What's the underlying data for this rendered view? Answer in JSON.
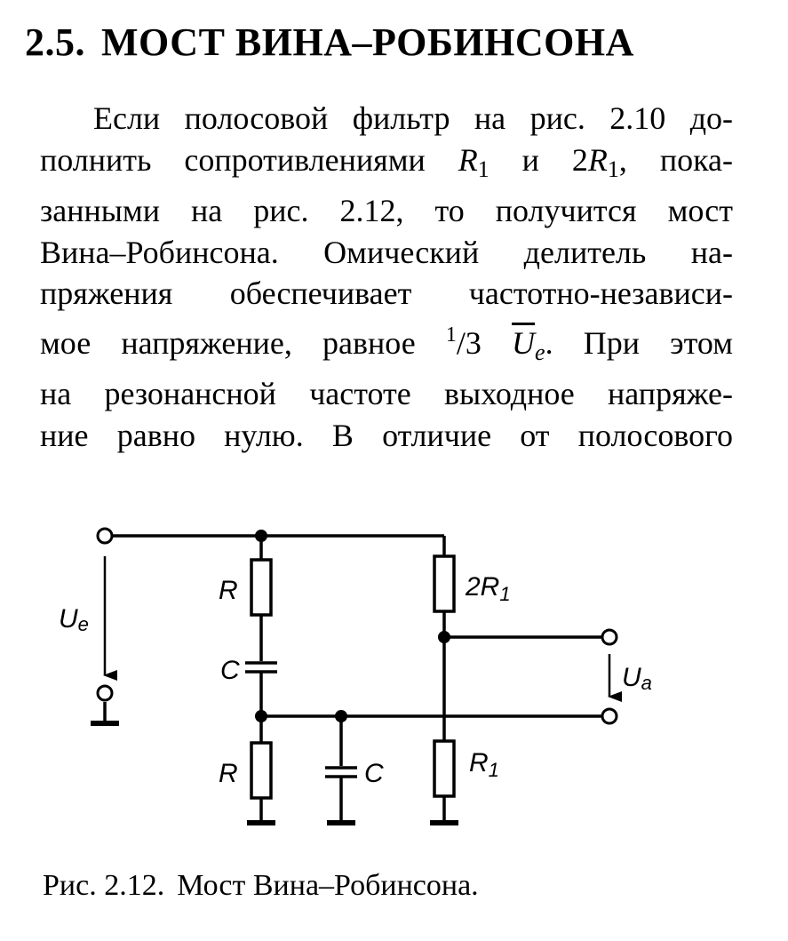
{
  "heading": {
    "number": "2.5.",
    "title": "МОСТ ВИНА–РОБИНСОНА"
  },
  "paragraph": {
    "line1": {
      "a": "Если полосовой фильтр на рис. 2.10 до-"
    },
    "line2": {
      "a": "полнить сопротивлениями ",
      "r": "R",
      "rsub": "1",
      "b": " и 2",
      "r2": "R",
      "r2sub": "1",
      "c": ", пока-"
    },
    "line3": {
      "a": "занными на рис. 2.12, то получится мост"
    },
    "line4": {
      "a": "Вина–Робинсона. Омический делитель на-"
    },
    "line5": {
      "a": "пряжения обеспечивает частотно-независи-"
    },
    "line6": {
      "a": "мое напряжение, равное ",
      "sup": "1",
      "frac": "/3 ",
      "u": "U",
      "usub": "e",
      "dot": ".",
      "b": " При этом"
    },
    "line7": {
      "a": "на резонансной частоте выходное напряже-"
    },
    "line8": {
      "a": "ние равно нулю. В отличие от полосового"
    }
  },
  "circuit": {
    "labels": {
      "ue_main": "U",
      "ue_sub": "e",
      "ua_main": "U",
      "ua_sub": "a",
      "r_top": "R",
      "c_mid": "C",
      "r_bottom": "R",
      "c_bottom": "C",
      "r2_main": "2R",
      "r2_sub": "1",
      "r1_main": "R",
      "r1_sub": "1"
    },
    "stroke_color": "#000000"
  },
  "caption": {
    "prefix": "Рис. 2.12.",
    "text": "Мост Вина–Робинсона."
  }
}
